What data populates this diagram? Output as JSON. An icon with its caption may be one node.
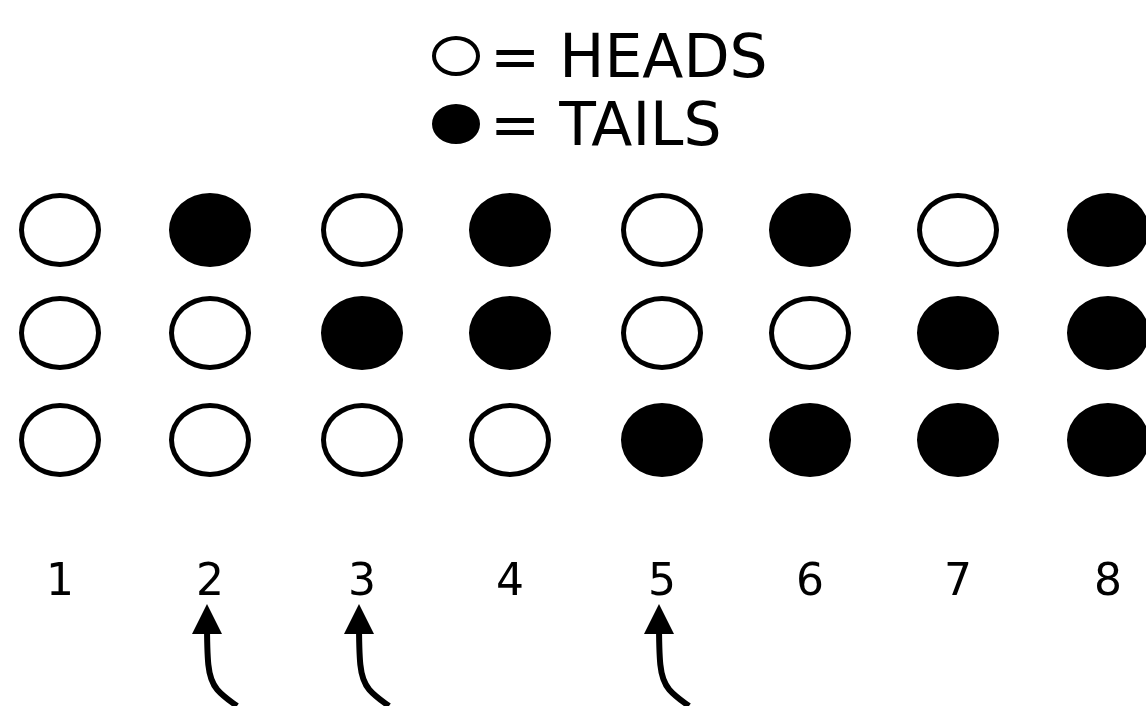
{
  "diagram": {
    "nodes": [
      {
        "text": [],
        "shape": "circle"
      },
      {
        "text": [],
        "shape": "dot"
      },
      {
        "text": [],
        "shape": "circle"
      },
      {
        "text": [],
        "shape": "dot"
      },
      {
        "text": [],
        "shape": "circle"
      },
      {
        "text": [],
        "shape": "dot"
      },
      {
        "text": [],
        "shape": "circle"
      },
      {
        "text": [],
        "shape": "dot"
      },
      {
        "text": [],
        "shape": "circle"
      },
      {
        "text": [],
        "shape": "circle"
      },
      {
        "text": [],
        "shape": "dot"
      },
      {
        "text": [],
        "shape": "dot"
      },
      {
        "text": [],
        "shape": "circle"
      },
      {
        "text": [],
        "shape": "circle"
      },
      {
        "text": [],
        "shape": "dot"
      },
      {
        "text": [],
        "shape": "dot"
      },
      {
        "text": [],
        "shape": "circle"
      },
      {
        "text": [],
        "shape": "circle"
      },
      {
        "text": [],
        "shape": "circle"
      },
      {
        "text": [],
        "shape": "circle"
      },
      {
        "text": [],
        "shape": "dot"
      },
      {
        "text": [],
        "shape": "dot"
      },
      {
        "text": [],
        "shape": "dot"
      },
      {
        "text": [],
        "shape": "dot"
      },
      {
        "text": [
          "1"
        ]
      },
      {
        "text": [
          "2"
        ]
      },
      {
        "text": [
          "3"
        ]
      },
      {
        "text": [
          "4"
        ]
      },
      {
        "text": [
          "5"
        ]
      },
      {
        "text": [
          "6"
        ]
      },
      {
        "text": [
          "7"
        ]
      },
      {
        "text": [
          "8"
        ]
      }
    ],
    "edges": [
      {
        "from": null,
        "to": 25,
        "arrow": "to"
      },
      {
        "from": null,
        "to": 26,
        "arrow": "to"
      },
      {
        "from": null,
        "to": 28,
        "arrow": "to"
      }
    ],
    "legend": [
      {
        "text": "= HEADS"
      },
      {
        "text": "= TAILS"
      }
    ]
  }
}
